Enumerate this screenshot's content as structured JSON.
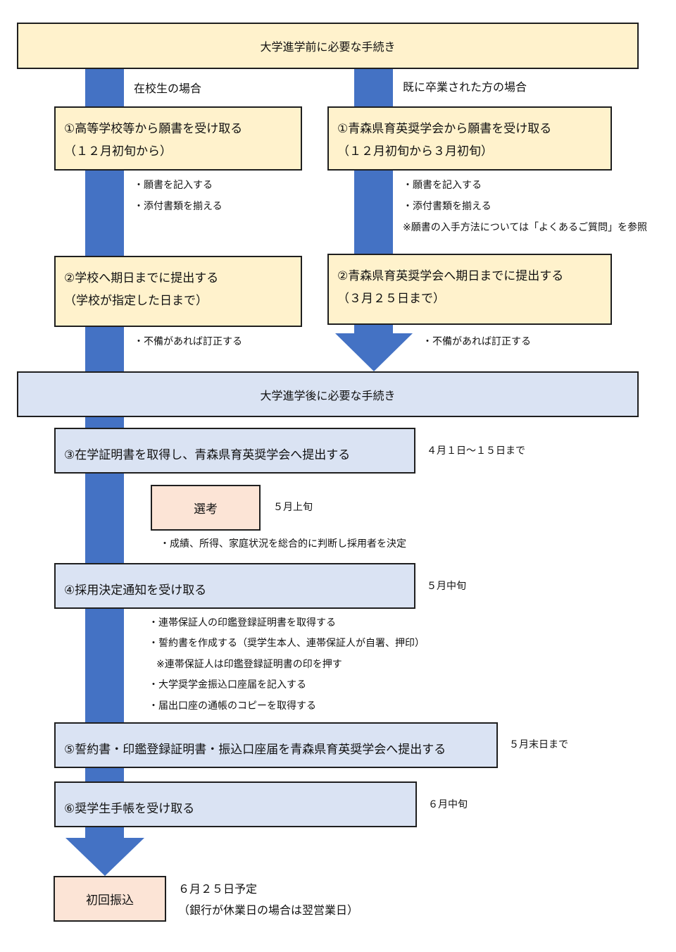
{
  "header_before": "大学進学前に必要な手続き",
  "header_after": "大学進学後に必要な手続き",
  "current_label": "在校生の場合",
  "graduate_label": "既に卒業された方の場合",
  "left1": {
    "line1": "①高等学校等から願書を受け取る",
    "line2": "（１２月初旬から）"
  },
  "left1_notes": [
    "・願書を記入する",
    "・添付書類を揃える"
  ],
  "left2": {
    "line1": "②学校へ期日までに提出する",
    "line2": "（学校が指定した日まで）"
  },
  "left2_note": "・不備があれば訂正する",
  "right1": {
    "line1": "①青森県育英奨学会から願書を受け取る",
    "line2": "（１２月初旬から３月初旬）"
  },
  "right1_notes": [
    "・願書を記入する",
    "・添付書類を揃える",
    "※願書の入手方法については「よくあるご質問」を参照"
  ],
  "right2": {
    "line1": "②青森県育英奨学会へ期日までに提出する",
    "line2": "（３月２５日まで）"
  },
  "right2_note": "・不備があれば訂正する",
  "step3": {
    "label": "③在学証明書を取得し、青森県育英奨学会へ提出する",
    "date": "４月１日～１５日まで"
  },
  "selection": {
    "label": "選考",
    "date": "５月上旬",
    "note": "・成績、所得、家庭状況を総合的に判断し採用者を決定"
  },
  "step4": {
    "label": "④採用決定通知を受け取る",
    "date": "５月中旬"
  },
  "step4_notes": [
    "・連帯保証人の印鑑登録証明書を取得する",
    "・誓約書を作成する（奨学生本人、連帯保証人が自署、押印）",
    "※連帯保証人は印鑑登録証明書の印を押す",
    "・大学奨学金振込口座届を記入する",
    "・届出口座の通帳のコピーを取得する"
  ],
  "step5": {
    "label": "⑤誓約書・印鑑登録証明書・振込口座届を青森県育英奨学会へ提出する",
    "date": "５月末日まで"
  },
  "step6": {
    "label": "⑥奨学生手帳を受け取る",
    "date": "６月中旬"
  },
  "final": {
    "label": "初回振込",
    "date": "６月２５日予定",
    "note": "（銀行が休業日の場合は翌営業日）"
  },
  "colors": {
    "arrow": "#4472c4",
    "yellow": "#fff2cc",
    "blue": "#dae3f3",
    "peach": "#fce4d6"
  }
}
